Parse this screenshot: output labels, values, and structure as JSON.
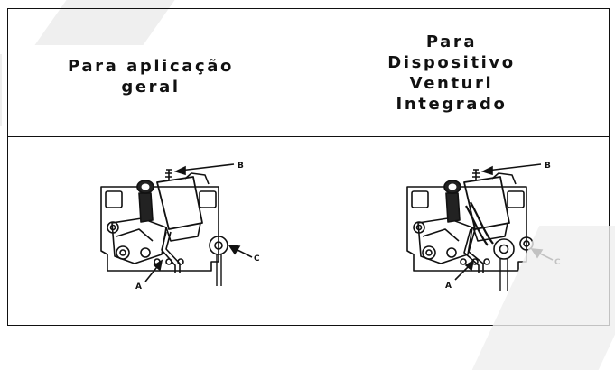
{
  "table": {
    "headers": [
      {
        "lines": [
          "Para aplicação",
          "geral"
        ]
      },
      {
        "lines": [
          "Para",
          "Dispositivo",
          "Venturi",
          "Integrado"
        ]
      }
    ]
  },
  "figures": {
    "general": {
      "labels": {
        "a": "A",
        "b": "B",
        "c": "C"
      }
    },
    "venturi": {
      "labels": {
        "a": "A",
        "b": "B",
        "c": "C"
      }
    }
  }
}
